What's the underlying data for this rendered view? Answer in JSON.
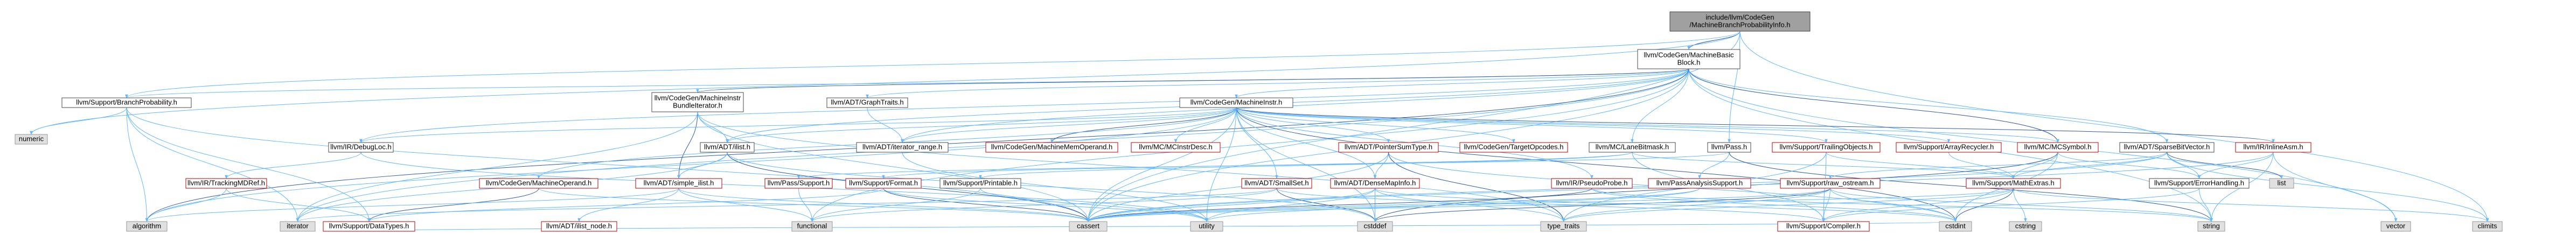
{
  "colors": {
    "root_fill": "#a0a0a0",
    "root_stroke": "#404040",
    "internal_fill": "#ffffff",
    "internal_stroke": "#4a4a4a",
    "external_fill": "#e0e0e0",
    "external_stroke": "#999999",
    "link_text": "#000000",
    "red_stroke": "#bf0000",
    "edge": "#63b8ff",
    "edge_dark": "#2c5aa0"
  },
  "nodes": [
    {
      "id": "root",
      "lines": [
        "include/llvm/CodeGen",
        "/MachineBranchProbabilityInfo.h"
      ],
      "kind": "root"
    },
    {
      "id": "mbb",
      "lines": [
        "llvm/CodeGen/MachineBasic",
        "Block.h"
      ],
      "kind": "internal"
    },
    {
      "id": "bp",
      "lines": [
        "llvm/Support/BranchProbability.h"
      ],
      "kind": "internal"
    },
    {
      "id": "numeric",
      "lines": [
        "numeric"
      ],
      "kind": "external"
    },
    {
      "id": "mib",
      "lines": [
        "llvm/CodeGen/MachineInstr",
        "BundleIterator.h"
      ],
      "kind": "internal"
    },
    {
      "id": "graphtraits",
      "lines": [
        "llvm/ADT/GraphTraits.h"
      ],
      "kind": "internal"
    },
    {
      "id": "minstr",
      "lines": [
        "llvm/CodeGen/MachineInstr.h"
      ],
      "kind": "internal"
    },
    {
      "id": "debugloc",
      "lines": [
        "llvm/IR/DebugLoc.h"
      ],
      "kind": "internal"
    },
    {
      "id": "ilist",
      "lines": [
        "llvm/ADT/ilist.h"
      ],
      "kind": "internal"
    },
    {
      "id": "iterrange",
      "lines": [
        "llvm/ADT/iterator_range.h"
      ],
      "kind": "internal"
    },
    {
      "id": "mmo",
      "lines": [
        "llvm/CodeGen/MachineMemOperand.h"
      ],
      "kind": "red"
    },
    {
      "id": "mcinstrdesc",
      "lines": [
        "llvm/MC/MCInstrDesc.h"
      ],
      "kind": "red"
    },
    {
      "id": "pst",
      "lines": [
        "llvm/ADT/PointerSumType.h"
      ],
      "kind": "red"
    },
    {
      "id": "tgtopc",
      "lines": [
        "llvm/CodeGen/TargetOpcodes.h"
      ],
      "kind": "red"
    },
    {
      "id": "lanebitmask",
      "lines": [
        "llvm/MC/LaneBitmask.h"
      ],
      "kind": "internal"
    },
    {
      "id": "pass",
      "lines": [
        "llvm/Pass.h"
      ],
      "kind": "internal"
    },
    {
      "id": "trailing",
      "lines": [
        "llvm/Support/TrailingObjects.h"
      ],
      "kind": "red"
    },
    {
      "id": "arrayrecycler",
      "lines": [
        "llvm/Support/ArrayRecycler.h"
      ],
      "kind": "red"
    },
    {
      "id": "mcsymbol",
      "lines": [
        "llvm/MC/MCSymbol.h"
      ],
      "kind": "red"
    },
    {
      "id": "sparsebv",
      "lines": [
        "llvm/ADT/SparseBitVector.h"
      ],
      "kind": "internal"
    },
    {
      "id": "inlineasm",
      "lines": [
        "llvm/IR/InlineAsm.h"
      ],
      "kind": "red"
    },
    {
      "id": "trackingmd",
      "lines": [
        "llvm/IR/TrackingMDRef.h"
      ],
      "kind": "red"
    },
    {
      "id": "mop",
      "lines": [
        "llvm/CodeGen/MachineOperand.h"
      ],
      "kind": "red"
    },
    {
      "id": "simpleilist",
      "lines": [
        "llvm/ADT/simple_ilist.h"
      ],
      "kind": "red"
    },
    {
      "id": "ppsupport",
      "lines": [
        "llvm/Pass/Support.h"
      ],
      "kind": "red"
    },
    {
      "id": "format",
      "lines": [
        "llvm/Support/Format.h"
      ],
      "kind": "red"
    },
    {
      "id": "printable",
      "lines": [
        "llvm/Support/Printable.h"
      ],
      "kind": "internal"
    },
    {
      "id": "smallset",
      "lines": [
        "llvm/ADT/SmallSet.h"
      ],
      "kind": "red"
    },
    {
      "id": "densemapinfo",
      "lines": [
        "llvm/ADT/DenseMapInfo.h"
      ],
      "kind": "red"
    },
    {
      "id": "pseudoprobe",
      "lines": [
        "llvm/IR/PseudoProbe.h"
      ],
      "kind": "red"
    },
    {
      "id": "passanalysis",
      "lines": [
        "llvm/PassAnalysisSupport.h"
      ],
      "kind": "red"
    },
    {
      "id": "rawostream",
      "lines": [
        "llvm/Support/raw_ostream.h"
      ],
      "kind": "red"
    },
    {
      "id": "mathextras",
      "lines": [
        "llvm/Support/MathExtras.h"
      ],
      "kind": "red"
    },
    {
      "id": "errorhandling",
      "lines": [
        "llvm/Support/ErrorHandling.h"
      ],
      "kind": "internal"
    },
    {
      "id": "list",
      "lines": [
        "list"
      ],
      "kind": "external"
    },
    {
      "id": "ilistnode",
      "lines": [
        "llvm/ADT/ilist_node.h"
      ],
      "kind": "red"
    },
    {
      "id": "datatypes",
      "lines": [
        "llvm/Support/DataTypes.h"
      ],
      "kind": "red"
    },
    {
      "id": "algorithm",
      "lines": [
        "algorithm"
      ],
      "kind": "external"
    },
    {
      "id": "iterator",
      "lines": [
        "iterator"
      ],
      "kind": "external"
    },
    {
      "id": "functional",
      "lines": [
        "functional"
      ],
      "kind": "external"
    },
    {
      "id": "cassert",
      "lines": [
        "cassert"
      ],
      "kind": "external"
    },
    {
      "id": "utility",
      "lines": [
        "utility"
      ],
      "kind": "external"
    },
    {
      "id": "cstddef",
      "lines": [
        "cstddef"
      ],
      "kind": "external"
    },
    {
      "id": "typetraits",
      "lines": [
        "type_traits"
      ],
      "kind": "external"
    },
    {
      "id": "compiler",
      "lines": [
        "llvm/Support/Compiler.h"
      ],
      "kind": "red"
    },
    {
      "id": "cstdint",
      "lines": [
        "cstdint"
      ],
      "kind": "external"
    },
    {
      "id": "cstring",
      "lines": [
        "cstring"
      ],
      "kind": "external"
    },
    {
      "id": "string",
      "lines": [
        "string"
      ],
      "kind": "external"
    },
    {
      "id": "vector",
      "lines": [
        "vector"
      ],
      "kind": "external"
    },
    {
      "id": "climits",
      "lines": [
        "climits"
      ],
      "kind": "external"
    }
  ],
  "edges": [
    [
      "root",
      "mbb"
    ],
    [
      "root",
      "bp"
    ],
    [
      "root",
      "numeric"
    ],
    [
      "root",
      "climits"
    ],
    [
      "root",
      "cassert"
    ],
    [
      "root",
      "pass"
    ],
    [
      "mbb",
      "bp"
    ],
    [
      "mbb",
      "mib"
    ],
    [
      "mbb",
      "graphtraits"
    ],
    [
      "mbb",
      "minstr"
    ],
    [
      "mbb",
      "debugloc"
    ],
    [
      "mbb",
      "ilist"
    ],
    [
      "mbb",
      "iterrange"
    ],
    [
      "mbb",
      "lanebitmask"
    ],
    [
      "mbb",
      "mcsymbol"
    ],
    [
      "mbb",
      "sparsebv"
    ],
    [
      "mbb",
      "functional"
    ],
    [
      "mbb",
      "cassert"
    ],
    [
      "mbb",
      "iterator"
    ],
    [
      "mbb",
      "string"
    ],
    [
      "mbb",
      "vector"
    ],
    [
      "mbb",
      "algorithm"
    ],
    [
      "bp",
      "numeric"
    ],
    [
      "bp",
      "datatypes"
    ],
    [
      "bp",
      "algorithm"
    ],
    [
      "bp",
      "cassert"
    ],
    [
      "bp",
      "iterator"
    ],
    [
      "mib",
      "ilist"
    ],
    [
      "mib",
      "simpleilist"
    ],
    [
      "mib",
      "cassert"
    ],
    [
      "mib",
      "iterator"
    ],
    [
      "mib",
      "typetraits"
    ],
    [
      "graphtraits",
      "iterrange"
    ],
    [
      "minstr",
      "ilist"
    ],
    [
      "minstr",
      "iterrange"
    ],
    [
      "minstr",
      "mmo"
    ],
    [
      "minstr",
      "mcinstrdesc"
    ],
    [
      "minstr",
      "pst"
    ],
    [
      "minstr",
      "tgtopc"
    ],
    [
      "minstr",
      "trailing"
    ],
    [
      "minstr",
      "arrayrecycler"
    ],
    [
      "minstr",
      "mcsymbol"
    ],
    [
      "minstr",
      "inlineasm"
    ],
    [
      "minstr",
      "debugloc"
    ],
    [
      "minstr",
      "mop"
    ],
    [
      "minstr",
      "pseudoprobe"
    ],
    [
      "minstr",
      "smallset"
    ],
    [
      "minstr",
      "densemapinfo"
    ],
    [
      "minstr",
      "utility"
    ],
    [
      "minstr",
      "cstdint"
    ],
    [
      "minstr",
      "cassert"
    ],
    [
      "minstr",
      "algorithm"
    ],
    [
      "minstr",
      "cstddef"
    ],
    [
      "debugloc",
      "trackingmd"
    ],
    [
      "debugloc",
      "utility"
    ],
    [
      "ilist",
      "simpleilist"
    ],
    [
      "ilist",
      "cassert"
    ],
    [
      "ilist",
      "cstddef"
    ],
    [
      "ilist",
      "iterator"
    ],
    [
      "iterrange",
      "utility"
    ],
    [
      "pst",
      "densemapinfo"
    ],
    [
      "pst",
      "cassert"
    ],
    [
      "pst",
      "cstdint"
    ],
    [
      "pst",
      "typetraits"
    ],
    [
      "lanebitmask",
      "compiler"
    ],
    [
      "lanebitmask",
      "mathextras"
    ],
    [
      "lanebitmask",
      "printable"
    ],
    [
      "lanebitmask",
      "format"
    ],
    [
      "pass",
      "ppsupport"
    ],
    [
      "pass",
      "passanalysis"
    ],
    [
      "pass",
      "string"
    ],
    [
      "trailing",
      "mathextras"
    ],
    [
      "trailing",
      "compiler"
    ],
    [
      "trailing",
      "typetraits"
    ],
    [
      "arrayrecycler",
      "mathextras"
    ],
    [
      "mcsymbol",
      "errorhandling"
    ],
    [
      "mcsymbol",
      "mathextras"
    ],
    [
      "mcsymbol",
      "cstddef"
    ],
    [
      "mcsymbol",
      "cstdint"
    ],
    [
      "sparsebv",
      "errorhandling"
    ],
    [
      "sparsebv",
      "mathextras"
    ],
    [
      "sparsebv",
      "rawostream"
    ],
    [
      "sparsebv",
      "cassert"
    ],
    [
      "sparsebv",
      "climits"
    ],
    [
      "sparsebv",
      "list"
    ],
    [
      "inlineasm",
      "errorhandling"
    ],
    [
      "inlineasm",
      "string"
    ],
    [
      "inlineasm",
      "vector"
    ],
    [
      "inlineasm",
      "cassert"
    ],
    [
      "trackingmd",
      "datatypes"
    ],
    [
      "trackingmd",
      "algorithm"
    ],
    [
      "mop",
      "datatypes"
    ],
    [
      "mop",
      "cassert"
    ],
    [
      "simpleilist",
      "ilistnode"
    ],
    [
      "simpleilist",
      "cassert"
    ],
    [
      "simpleilist",
      "functional"
    ],
    [
      "simpleilist",
      "algorithm"
    ],
    [
      "ppsupport",
      "functional"
    ],
    [
      "format",
      "cassert"
    ],
    [
      "format",
      "utility"
    ],
    [
      "format",
      "datatypes"
    ],
    [
      "printable",
      "functional"
    ],
    [
      "printable",
      "utility"
    ],
    [
      "smallset",
      "iterator"
    ],
    [
      "smallset",
      "compiler"
    ],
    [
      "smallset",
      "cstddef"
    ],
    [
      "smallset",
      "functional"
    ],
    [
      "densemapinfo",
      "cassert"
    ],
    [
      "densemapinfo",
      "cstddef"
    ],
    [
      "densemapinfo",
      "cstdint"
    ],
    [
      "densemapinfo",
      "utility"
    ],
    [
      "densemapinfo",
      "typetraits"
    ],
    [
      "pseudoprobe",
      "cassert"
    ],
    [
      "pseudoprobe",
      "cstdint"
    ],
    [
      "pseudoprobe",
      "string"
    ],
    [
      "passanalysis",
      "cassert"
    ],
    [
      "passanalysis",
      "utility"
    ],
    [
      "rawostream",
      "compiler"
    ],
    [
      "rawostream",
      "cassert"
    ],
    [
      "rawostream",
      "cstddef"
    ],
    [
      "rawostream",
      "cstdint"
    ],
    [
      "rawostream",
      "string"
    ],
    [
      "rawostream",
      "typetraits"
    ],
    [
      "mathextras",
      "compiler"
    ],
    [
      "mathextras",
      "cstring"
    ],
    [
      "mathextras",
      "climits"
    ],
    [
      "mathextras",
      "cstdint"
    ],
    [
      "mathextras",
      "typetraits"
    ],
    [
      "mathextras",
      "cassert"
    ],
    [
      "errorhandling",
      "compiler"
    ],
    [
      "errorhandling",
      "string"
    ],
    [
      "datatypes",
      "cstdint"
    ]
  ]
}
